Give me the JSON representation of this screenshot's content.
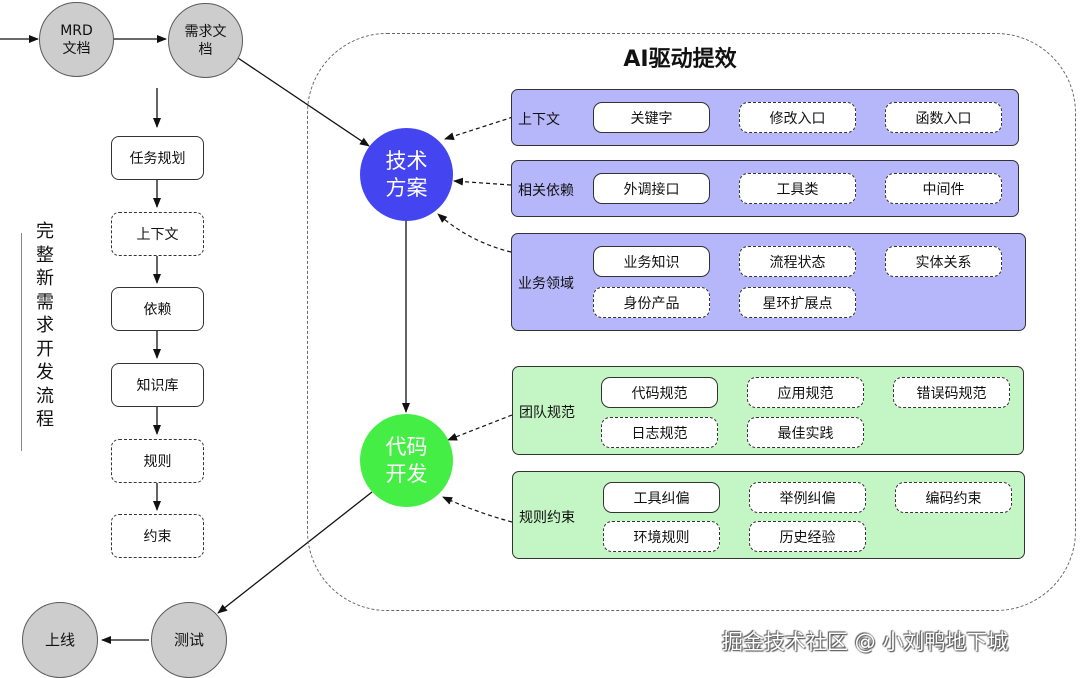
{
  "diagram": {
    "input_nodes": {
      "mrd": "MRD\n文档",
      "requirement_doc": "需求文\n档"
    },
    "vertical_title": "完整新需求开发流程",
    "left_steps": [
      "任务规划",
      "上下文",
      "依赖",
      "知识库",
      "规则",
      "约束"
    ],
    "ai_region_title": "AI驱动提效",
    "tech_plan": "技术\n方案",
    "code_dev": "代码\n开发",
    "test": "测试",
    "launch": "上线",
    "panels": {
      "context": {
        "label": "上下文",
        "chips": [
          "关键字",
          "修改入口",
          "函数入口"
        ]
      },
      "dependencies": {
        "label": "相关依赖",
        "chips": [
          "外调接口",
          "工具类",
          "中间件"
        ]
      },
      "business_domain": {
        "label": "业务领域",
        "chips": [
          "业务知识",
          "流程状态",
          "实体关系",
          "身份产品",
          "星环扩展点"
        ]
      },
      "team_norms": {
        "label": "团队规范",
        "chips": [
          "代码规范",
          "应用规范",
          "错误码规范",
          "日志规范",
          "最佳实践"
        ]
      },
      "rule_constraints": {
        "label": "规则约束",
        "chips": [
          "工具纠偏",
          "举例纠偏",
          "编码约束",
          "环境规则",
          "历史经验"
        ]
      }
    },
    "watermark": "掘金技术社区 @ 小刘鸭地下城"
  },
  "colors": {
    "tech_plan": "#4444f0",
    "code_dev": "#44ee44",
    "purple_panel": "#b6b6fa",
    "green_panel": "#c4f5c4",
    "gray_node": "#cdcdcd"
  }
}
